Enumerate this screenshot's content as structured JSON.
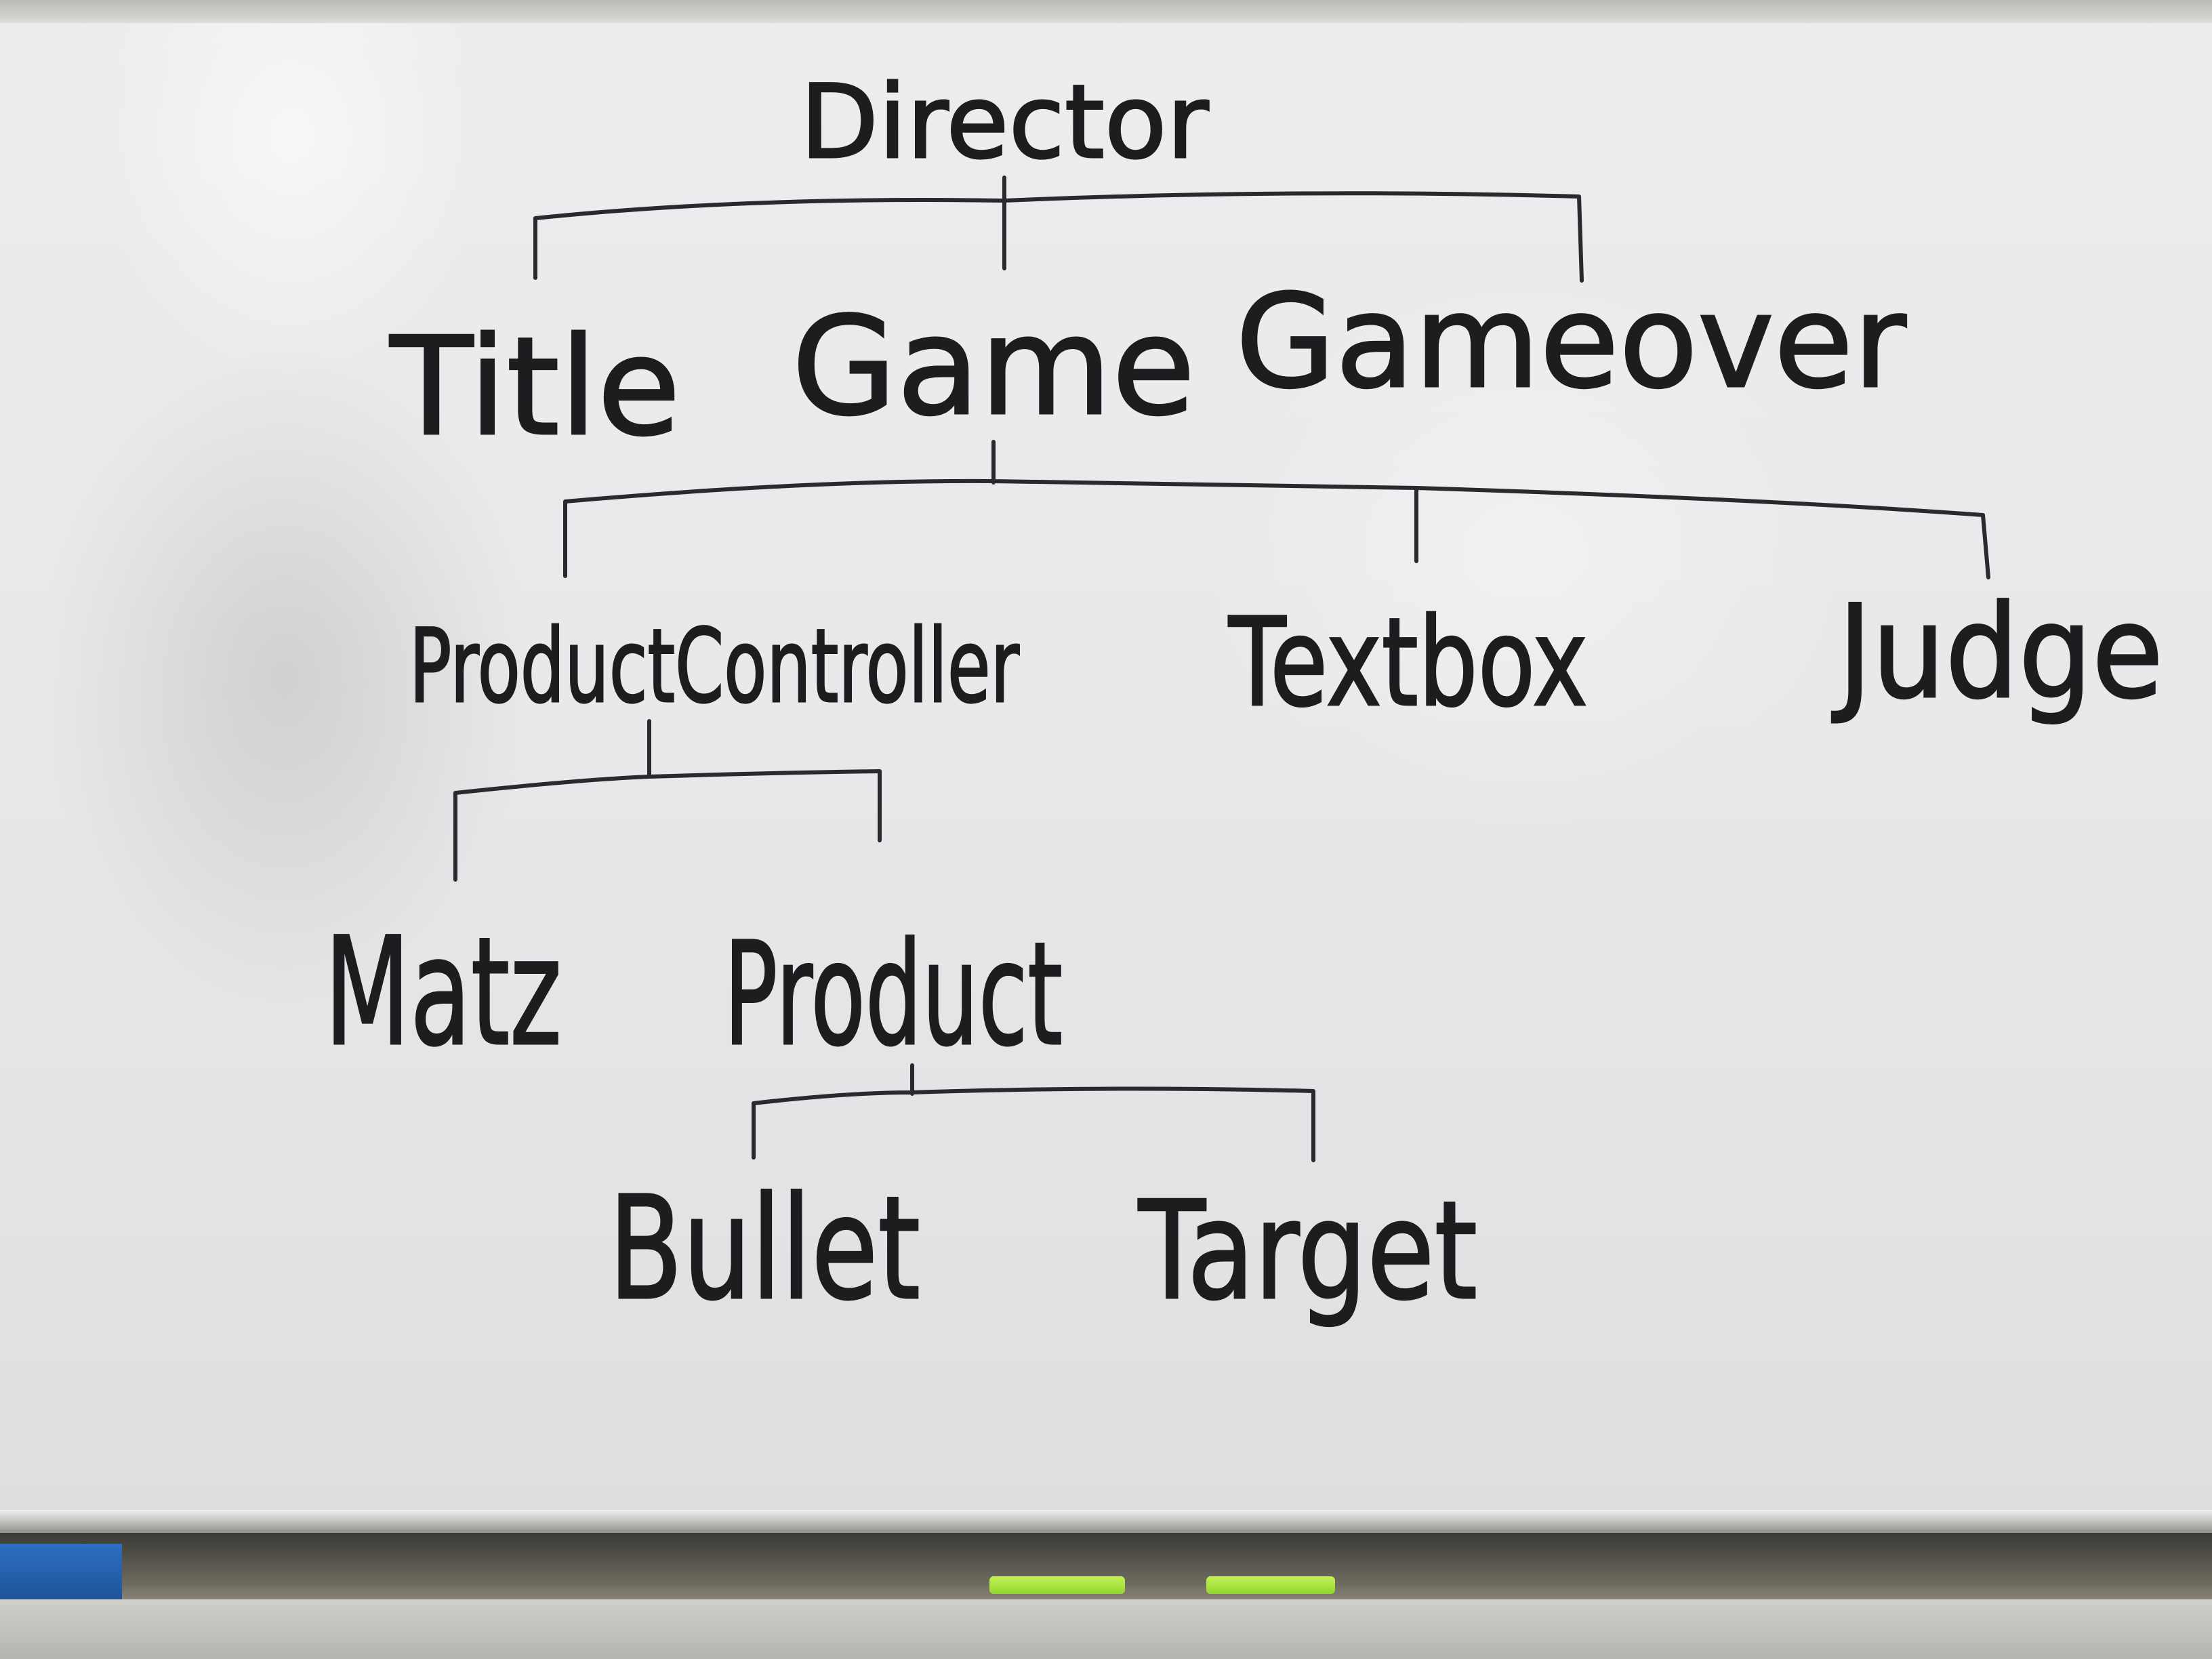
{
  "diagram": {
    "nodes": {
      "director": "Director",
      "title": "Title",
      "game": "Game",
      "gameover": "Gameover",
      "product_controller": "ProductController",
      "textbox": "Textbox",
      "judge": "Judge",
      "matz": "Matz",
      "product": "Product",
      "bullet": "Bullet",
      "target": "Target"
    },
    "edges": [
      {
        "from": "Director",
        "to": "Title"
      },
      {
        "from": "Director",
        "to": "Game"
      },
      {
        "from": "Director",
        "to": "Gameover"
      },
      {
        "from": "Game",
        "to": "ProductController"
      },
      {
        "from": "Game",
        "to": "Textbox"
      },
      {
        "from": "Game",
        "to": "Judge"
      },
      {
        "from": "ProductController",
        "to": "Matz"
      },
      {
        "from": "ProductController",
        "to": "Product"
      },
      {
        "from": "Product",
        "to": "Bullet"
      },
      {
        "from": "Product",
        "to": "Target"
      }
    ]
  }
}
